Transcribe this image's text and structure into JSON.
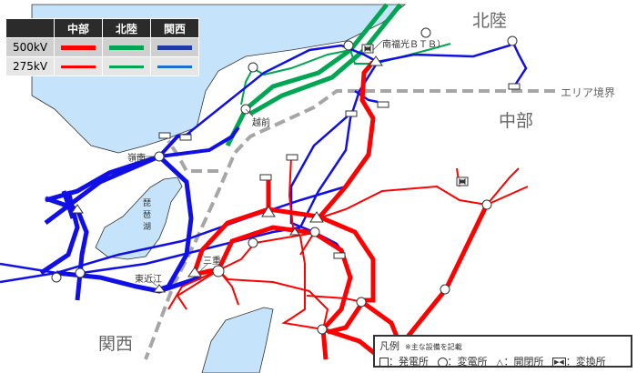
{
  "colors": {
    "chubu": "#ff0000",
    "hokuriku": "#00a651",
    "kansai_500": "#1f3aa6",
    "kansai_275": "#1a6fd0",
    "kansai_map": "#1010e6",
    "boundary": "#a6a6a6",
    "sea": "#c5e3fa"
  },
  "line_legend": {
    "headers": [
      "中部",
      "北陸",
      "関西"
    ],
    "rows": [
      {
        "voltage": "500kV"
      },
      {
        "voltage": "275kV"
      }
    ]
  },
  "areas": {
    "hokuriku": "北陸",
    "chubu": "中部",
    "kansai": "関西"
  },
  "boundary_label": "エリア境界",
  "places": {
    "minamifukumitsu": "南福光ＢＴＢ）",
    "echizen": "越前",
    "reinan": "嶺南",
    "biwako": "琵琶湖",
    "mie": "三重",
    "higashiomi": "東近江"
  },
  "facility_legend": {
    "title": "凡例",
    "note": "※主な設備を記載",
    "items": [
      {
        "icon": "square-icon",
        "label": "：発電所"
      },
      {
        "icon": "circle-icon",
        "label": "：変電所"
      },
      {
        "icon": "triangle-icon",
        "label": "：開閉所"
      },
      {
        "icon": "converter-icon",
        "label": "：変換所"
      }
    ]
  }
}
